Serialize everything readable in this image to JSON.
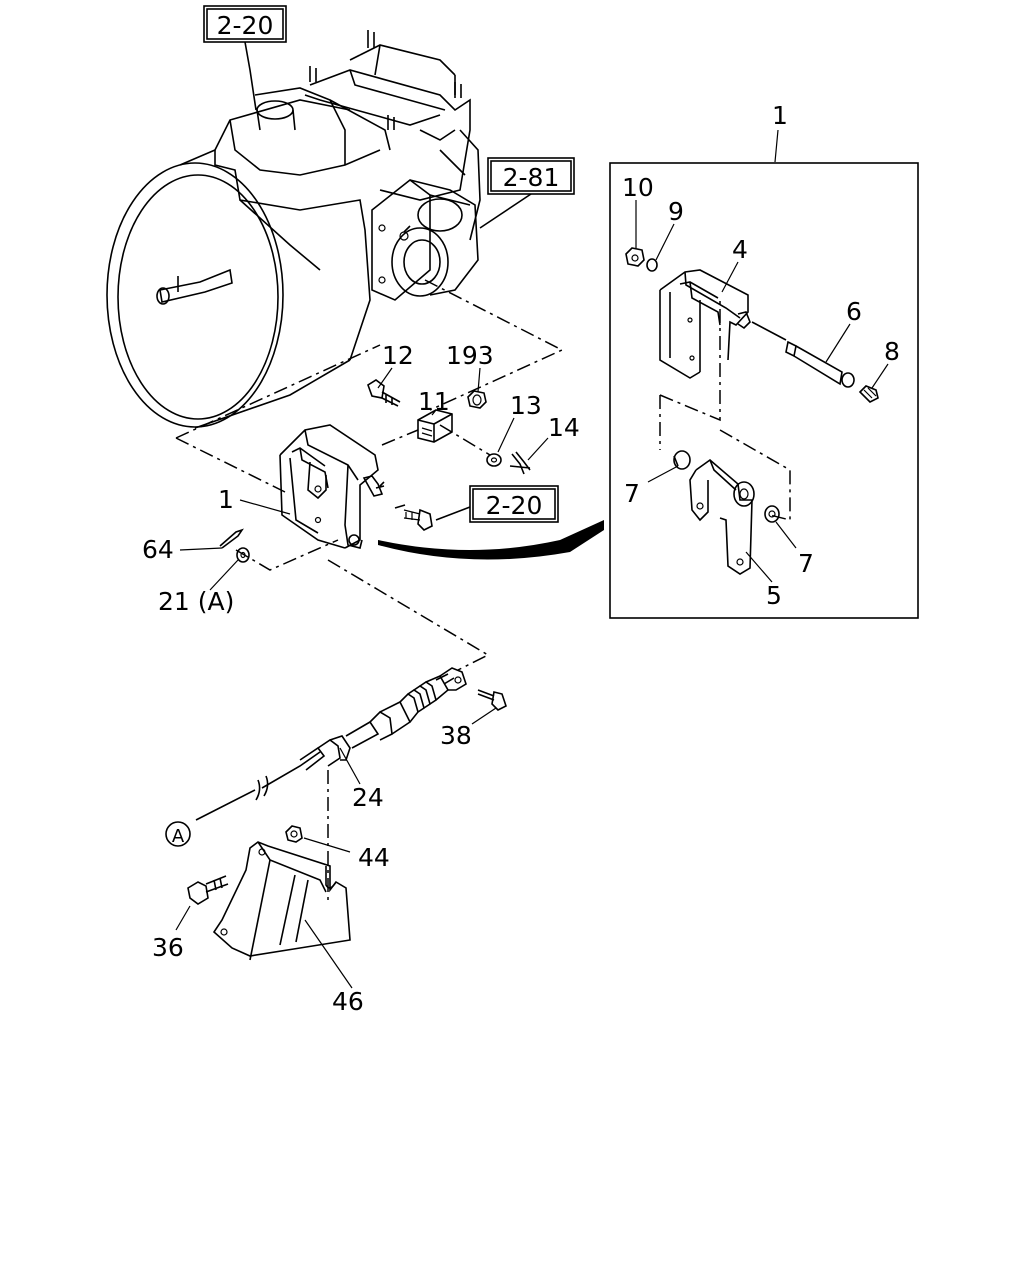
{
  "references": {
    "top": "2-20",
    "side": "2-81",
    "bracket": "2-20"
  },
  "callouts": {
    "c1_main": "1",
    "c1_detail": "1",
    "c4": "4",
    "c5": "5",
    "c6": "6",
    "c7_left": "7",
    "c7_right": "7",
    "c8": "8",
    "c9": "9",
    "c10": "10",
    "c11": "11",
    "c12": "12",
    "c13": "13",
    "c14": "14",
    "c193": "193",
    "c21": "21 (A)",
    "c24": "24",
    "c36": "36",
    "c38": "38",
    "c44": "44",
    "c46": "46",
    "c64": "64",
    "marker_a": "A"
  }
}
